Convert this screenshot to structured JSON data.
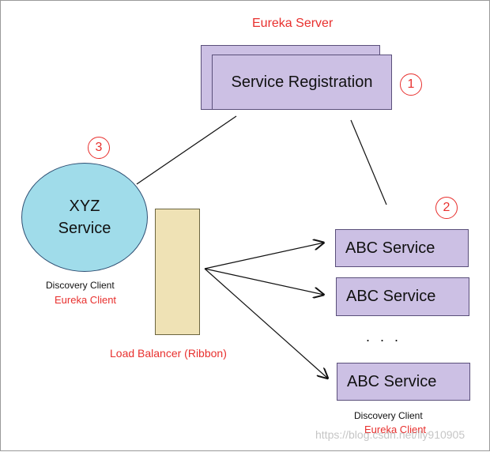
{
  "colors": {
    "accent_red": "#e8302e",
    "registration_fill": "#ccc0e4",
    "xyz_fill": "#a0dcea",
    "load_balancer_fill": "#efe2b5"
  },
  "eureka_server": {
    "title": "Eureka Server",
    "box_label": "Service Registration",
    "step": "1"
  },
  "xyz_service": {
    "line1": "XYZ",
    "line2": "Service",
    "step": "3",
    "role": "Discovery Client",
    "client": "Eureka Client"
  },
  "load_balancer": {
    "label": "Load Balancer (Ribbon)"
  },
  "abc_services": {
    "step": "2",
    "items": [
      "ABC Service",
      "ABC Service",
      "ABC Service"
    ],
    "ellipsis": ". . .",
    "role": "Discovery Client",
    "client": "Eureka Client"
  },
  "watermark": "https://blog.csdn.net/lly910905"
}
